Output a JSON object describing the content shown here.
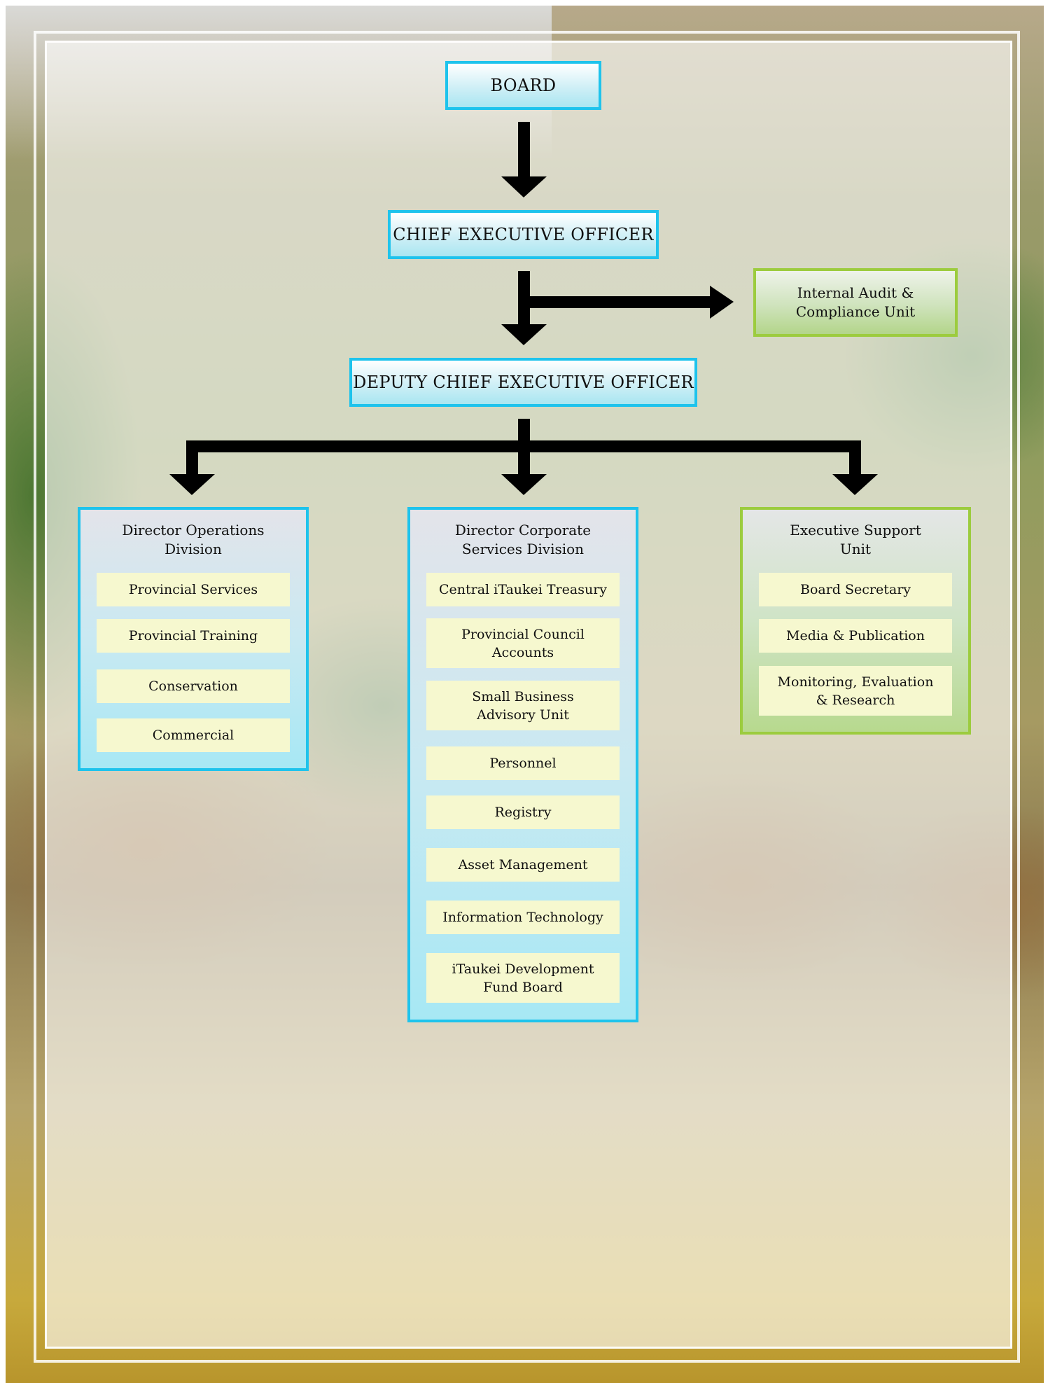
{
  "board": "BOARD",
  "ceo": "CHIEF EXECUTIVE OFFICER",
  "audit_unit": "Internal Audit & Compliance Unit",
  "deputy_ceo": "DEPUTY CHIEF EXECUTIVE OFFICER",
  "divisions": [
    {
      "title": "Director Operations Division",
      "units": [
        "Provincial Services",
        "Provincial Training",
        "Conservation",
        "Commercial"
      ]
    },
    {
      "title": "Director Corporate Services Division",
      "units": [
        "Central iTaukei Treasury",
        "Provincial Council Accounts",
        "Small Business Advisory Unit",
        "Personnel",
        "Registry",
        "Asset Management",
        "Information Technology",
        "iTaukei Development Fund Board"
      ]
    },
    {
      "title": "Executive Support Unit",
      "units": [
        "Board Secretary",
        "Media & Publication",
        "Monitoring, Evaluation & Research"
      ]
    }
  ],
  "colors": {
    "blue_border": "#1ec3ec",
    "green_border": "#9ccc3e",
    "unit_fill": "#f6f8cf",
    "arrow": "#000000"
  }
}
